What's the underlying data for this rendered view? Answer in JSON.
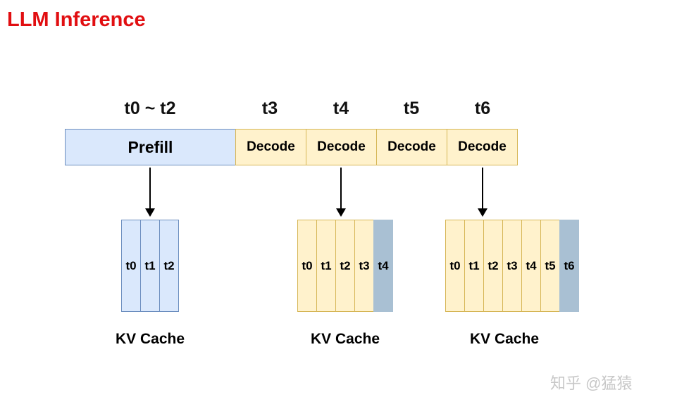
{
  "title": "LLM Inference",
  "colors": {
    "title_red": "#e10e11",
    "prefill_fill": "#dae8fc",
    "prefill_stroke": "#6c8ebf",
    "decode_fill": "#fff2cc",
    "decode_stroke": "#d6b656",
    "new_token_cell_fill": "#a9c0d3",
    "arrow": "#000000",
    "watermark_gray": "#c8c8c8"
  },
  "timeline_labels": [
    "t0 ~ t2",
    "t3",
    "t4",
    "t5",
    "t6"
  ],
  "pipeline": {
    "prefill_label": "Prefill",
    "decode_labels": [
      "Decode",
      "Decode",
      "Decode",
      "Decode"
    ]
  },
  "caches": [
    {
      "label": "KV Cache",
      "cells": [
        "t0",
        "t1",
        "t2"
      ]
    },
    {
      "label": "KV Cache",
      "cells": [
        "t0",
        "t1",
        "t2",
        "t3",
        "t4"
      ]
    },
    {
      "label": "KV Cache",
      "cells": [
        "t0",
        "t1",
        "t2",
        "t3",
        "t4",
        "t5",
        "t6"
      ]
    }
  ],
  "watermark": "知乎 @猛猿"
}
